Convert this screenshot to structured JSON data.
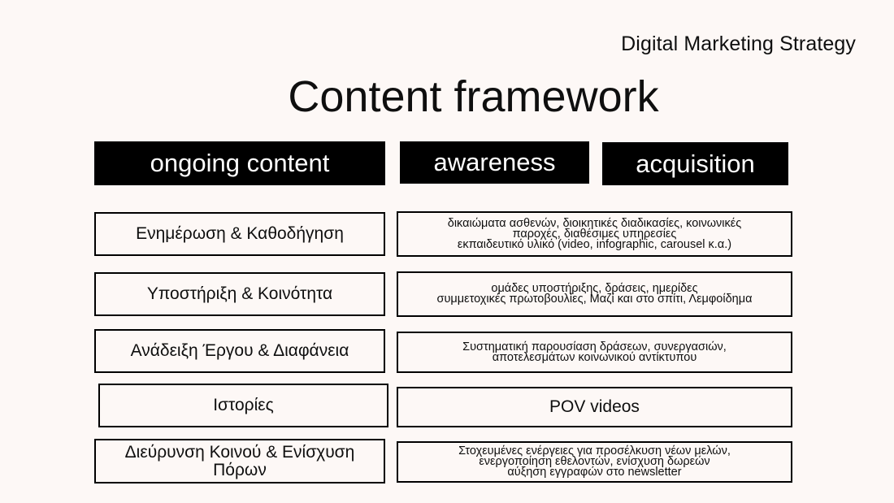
{
  "slide": {
    "subtitle": "Digital Marketing Strategy",
    "title": "Content framework"
  },
  "headers": {
    "ongoing": "ongoing content",
    "awareness": "awareness",
    "acquisition": "acquisition"
  },
  "rows": [
    {
      "label": "Ενημέρωση & Καθοδήγηση",
      "details": [
        "δικαιώματα ασθενών, διοικητικές διαδικασίες, κοινωνικές",
        "παροχές, διαθέσιμες υπηρεσίες",
        "εκπαιδευτικό υλικό (video, infographic, carousel κ.α.)"
      ]
    },
    {
      "label": "Υποστήριξη & Κοινότητα",
      "details": [
        "ομάδες υποστήριξης, δράσεις, ημερίδες",
        "συμμετοχικές πρωτοβουλίες, Μαζί και στο σπίτι, Λεμφοίδημα"
      ]
    },
    {
      "label": "Ανάδειξη Έργου & Διαφάνεια",
      "details": [
        "Συστηματική παρουσίαση δράσεων, συνεργασιών,",
        "αποτελεσμάτων κοινωνικού αντίκτυπου"
      ]
    },
    {
      "label": "Ιστορίες",
      "details": [
        "POV videos"
      ]
    },
    {
      "label_lines": [
        "Διεύρυνση Κοινού & Ενίσχυση",
        "Πόρων"
      ],
      "details": [
        "Στοχευμένες ενέργειες για προσέλκυση νέων μελών,",
        "ενεργοποίηση εθελοντών, ενίσχυση δωρεών",
        "αύξηση εγγραφών στο newsletter"
      ]
    }
  ]
}
